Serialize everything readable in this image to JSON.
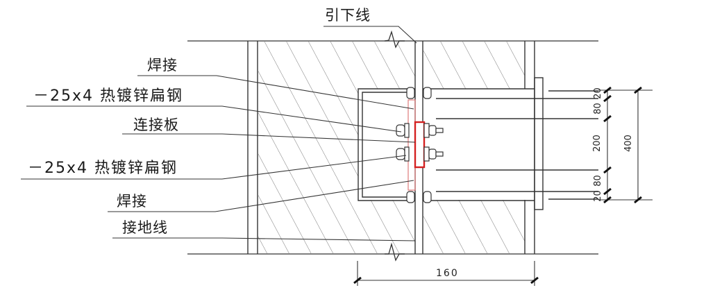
{
  "drawing": {
    "type": "construction detail section",
    "labels": {
      "down_conductor": "引下线",
      "weld_top": "焊接",
      "flat_steel_top": "－25x4 热镀锌扁钢",
      "connection_plate": "连接板",
      "flat_steel_bottom": "－25x4 热镀锌扁钢",
      "weld_bottom": "焊接",
      "ground_wire": "接地线"
    },
    "dimensions": {
      "horizontal_width": "160",
      "vertical_total": "400",
      "vertical_segments": [
        "20",
        "80",
        "200",
        "80",
        "20"
      ]
    },
    "colors": {
      "line": "#3a3a3a",
      "hatch": "#6a6a6a",
      "highlight": "#d42020"
    }
  }
}
